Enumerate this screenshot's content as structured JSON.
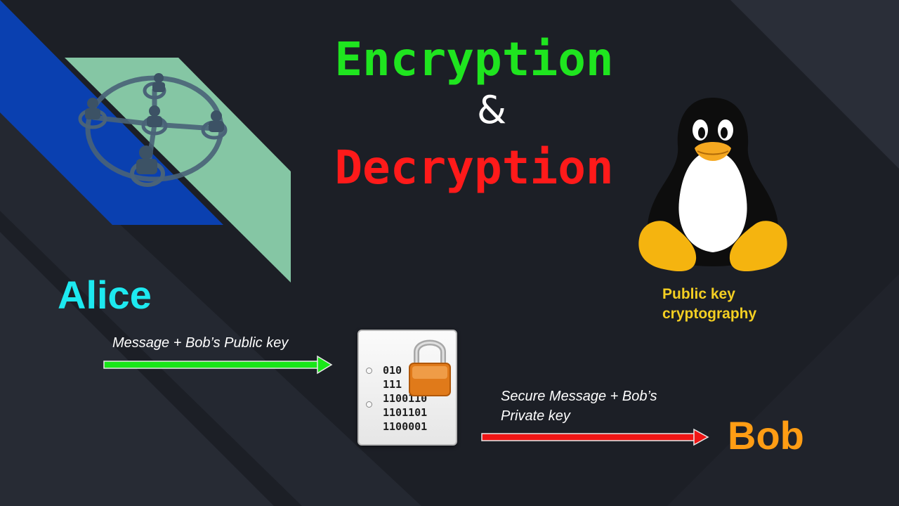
{
  "title": {
    "line1": "Encryption",
    "ampersand": "&",
    "line2": "Decryption"
  },
  "participants": {
    "sender": "Alice",
    "receiver": "Bob"
  },
  "flows": {
    "first_label": "Message + Bob’s Public key",
    "second_label_line1": "Secure Message + Bob’s",
    "second_label_line2": "Private key"
  },
  "encrypted_file": {
    "binary_lines": [
      "010",
      "111",
      "1100110",
      "1101101",
      "1100001"
    ]
  },
  "caption": {
    "line1": "Public key",
    "line2": "cryptography"
  },
  "icons": [
    "network-icon",
    "tux-penguin-icon",
    "locked-file-icon",
    "padlock-icon"
  ],
  "colors": {
    "encryption_title": "#1fe51f",
    "decryption_title": "#ff1a1a",
    "sender": "#1de9f0",
    "receiver": "#ff9d14",
    "caption": "#f4cf22",
    "public_key_arrow": "#19e619",
    "private_key_arrow": "#f01515",
    "background": "#1c1f26"
  }
}
